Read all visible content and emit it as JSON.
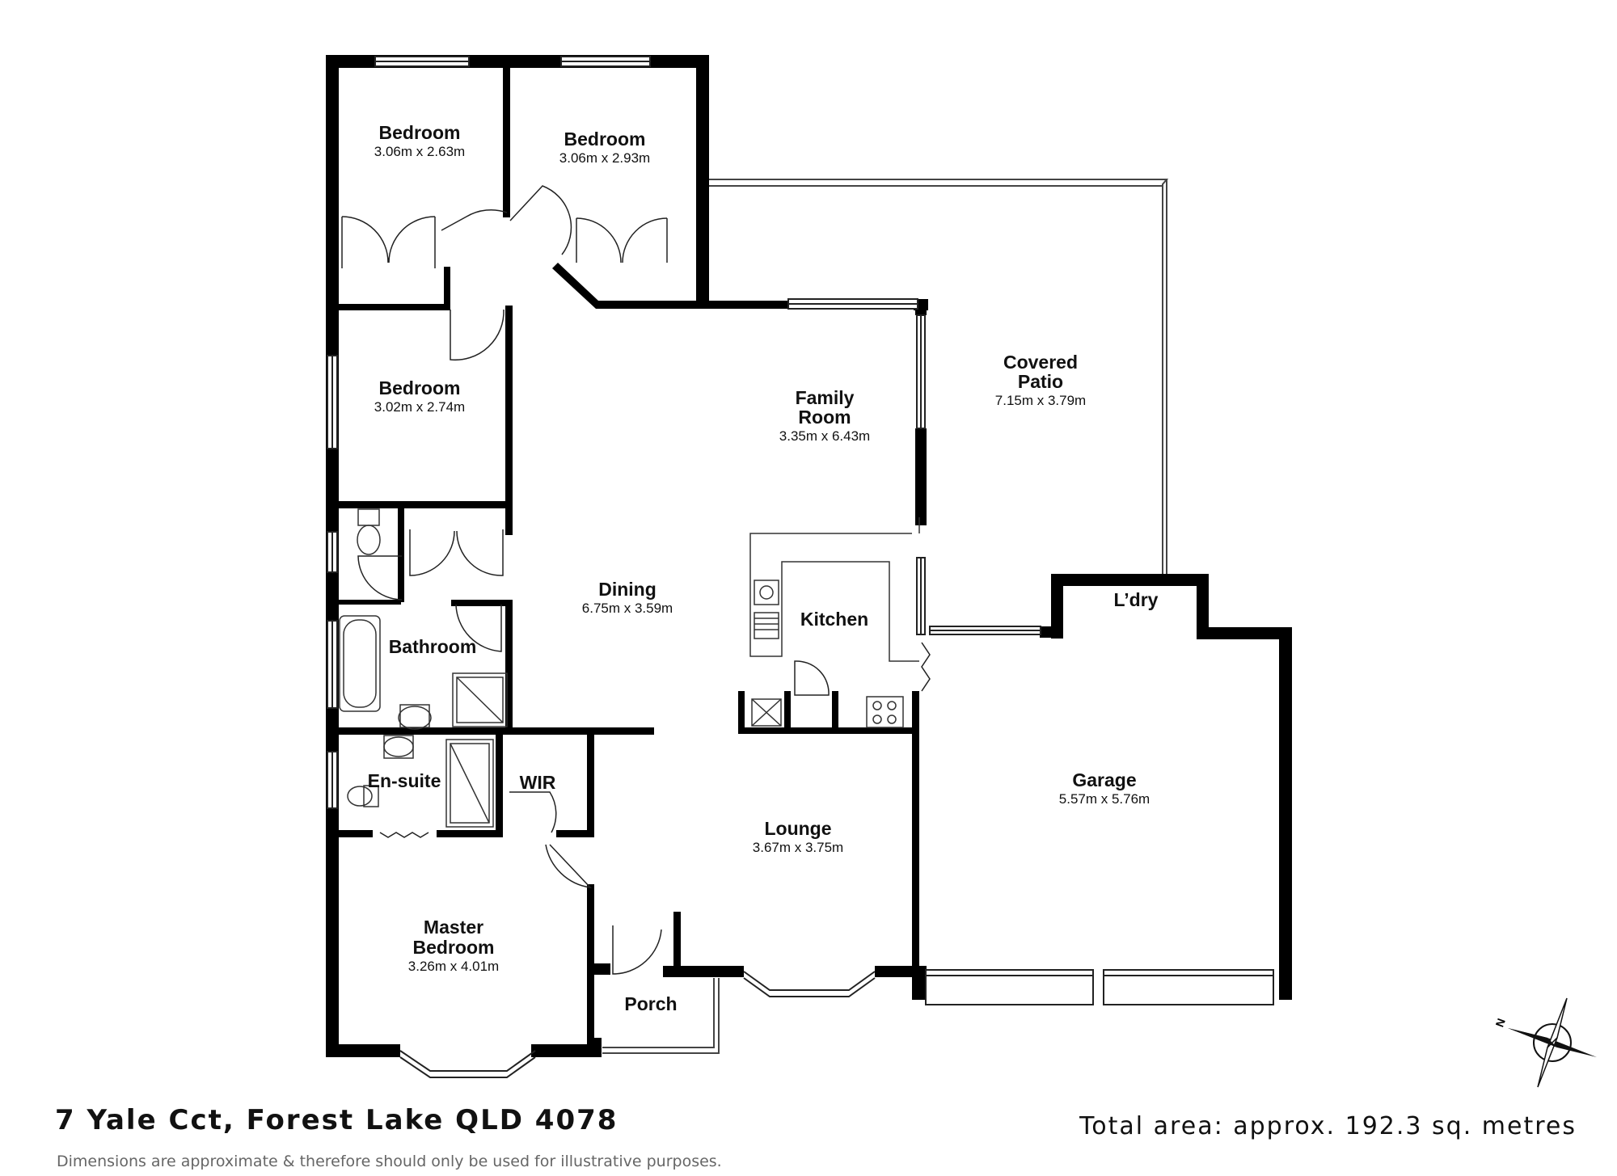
{
  "rooms": {
    "bedroom1": {
      "name": "Bedroom",
      "dims": "3.06m x 2.63m"
    },
    "bedroom2": {
      "name": "Bedroom",
      "dims": "3.06m x 2.93m"
    },
    "bedroom3": {
      "name": "Bedroom",
      "dims": "3.02m x 2.74m"
    },
    "family": {
      "name_line1": "Family",
      "name_line2": "Room",
      "dims": "3.35m x 6.43m"
    },
    "patio": {
      "name_line1": "Covered",
      "name_line2": "Patio",
      "dims": "7.15m x 3.79m"
    },
    "dining": {
      "name": "Dining",
      "dims": "6.75m x 3.59m"
    },
    "kitchen": {
      "name": "Kitchen"
    },
    "laundry": {
      "name": "L’dry"
    },
    "bathroom": {
      "name": "Bathroom"
    },
    "ensuite": {
      "name": "En-suite"
    },
    "wir": {
      "name": "WIR"
    },
    "garage": {
      "name": "Garage",
      "dims": "5.57m x 5.76m"
    },
    "lounge": {
      "name": "Lounge",
      "dims": "3.67m x 3.75m"
    },
    "master": {
      "name_line1": "Master",
      "name_line2": "Bedroom",
      "dims": "3.26m x 4.01m"
    },
    "porch": {
      "name": "Porch"
    }
  },
  "compass": {
    "label": "N"
  },
  "footer": {
    "address": "7 Yale Cct, Forest Lake QLD 4078",
    "total_area": "Total area: approx. 192.3 sq. metres",
    "disclaimer": "Dimensions are approximate & therefore should only be used for illustrative purposes."
  },
  "colors": {
    "wall": "#000000",
    "fixture": "#333333"
  }
}
